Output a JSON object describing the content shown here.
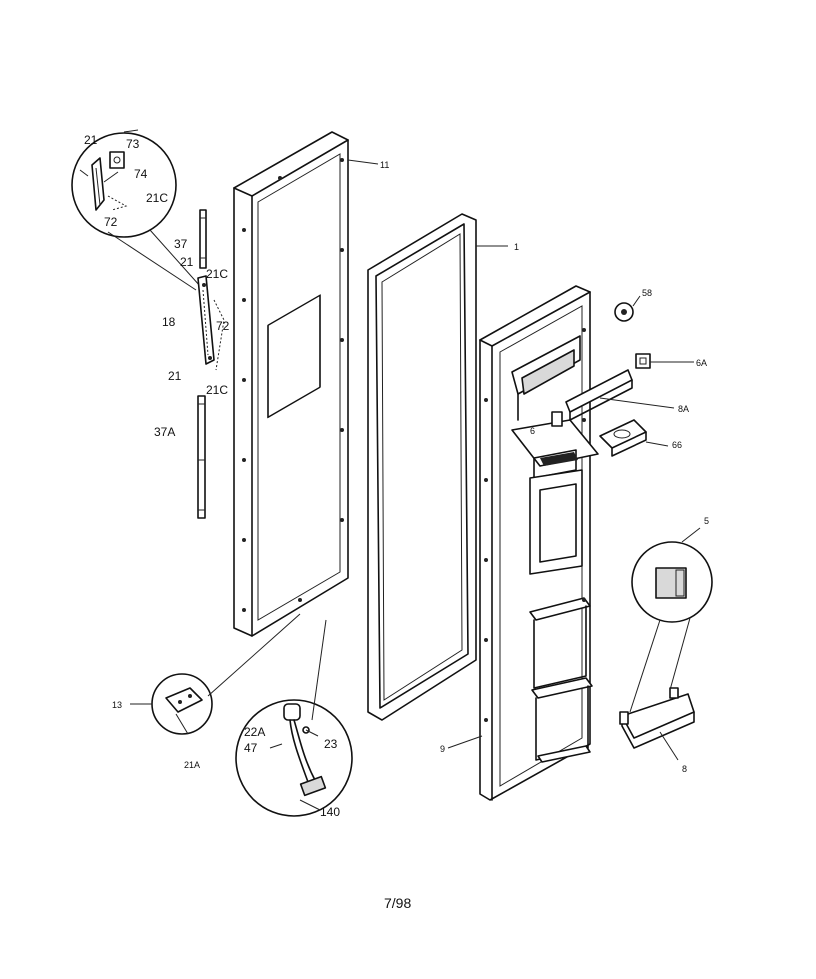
{
  "callouts": {
    "c21_top": "21",
    "c73": "73",
    "c74": "74",
    "c21C_top": "21C",
    "c72_top": "72",
    "c37": "37",
    "c21_mid": "21",
    "c21C_mid": "21C",
    "c18": "18",
    "c72_mid": "72",
    "c21_low": "21",
    "c21C_low": "21C",
    "c37A": "37A",
    "c11": "11",
    "c1": "1",
    "c58": "58",
    "c6A": "6A",
    "c8A": "8A",
    "c6_left": "6",
    "c66": "66",
    "c5": "5",
    "c8": "8",
    "c9": "9",
    "c13": "13",
    "c21A": "21A",
    "c22A": "22A",
    "c47": "47",
    "c23": "23",
    "c140": "140"
  },
  "page_number": "7/98"
}
